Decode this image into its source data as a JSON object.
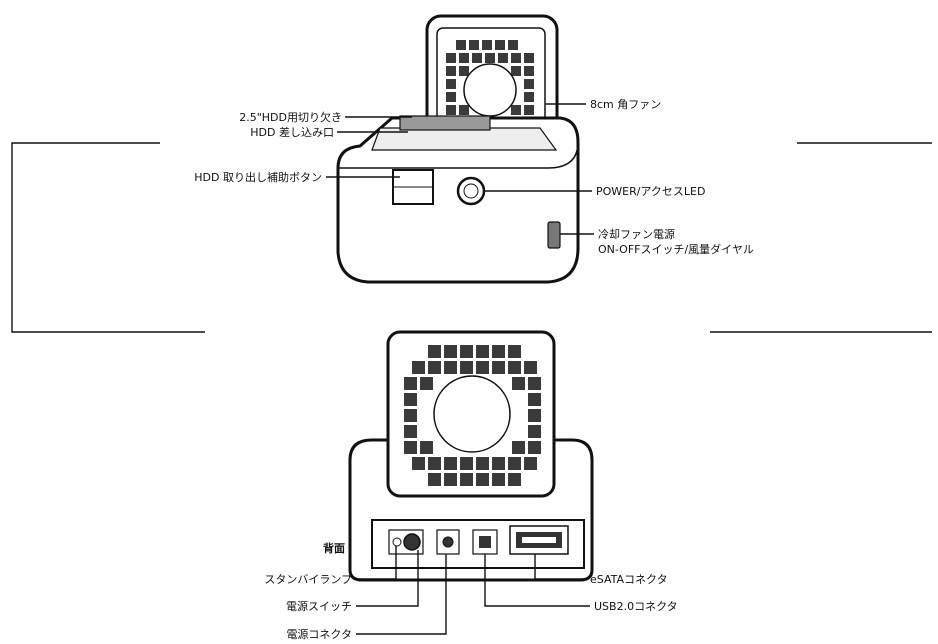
{
  "front_labels": {
    "slot_notch": "2.5\"HDD用切り欠き",
    "hdd_slot": "HDD 差し込み口",
    "fan": "8cm 角ファン",
    "eject_button": "HDD 取り出し補助ボタン",
    "power_led": "POWER/アクセスLED",
    "fan_switch_line1": "冷却ファン電源",
    "fan_switch_line2": "ON-OFFスイッチ/風量ダイヤル"
  },
  "rear_labels": {
    "rear_heading": "背面",
    "standby_lamp": "スタンバイランプ",
    "power_switch": "電源スイッチ",
    "power_connector": "電源コネクタ",
    "esata_connector": "eSATAコネクタ",
    "usb_connector": "USB2.0コネクタ"
  }
}
